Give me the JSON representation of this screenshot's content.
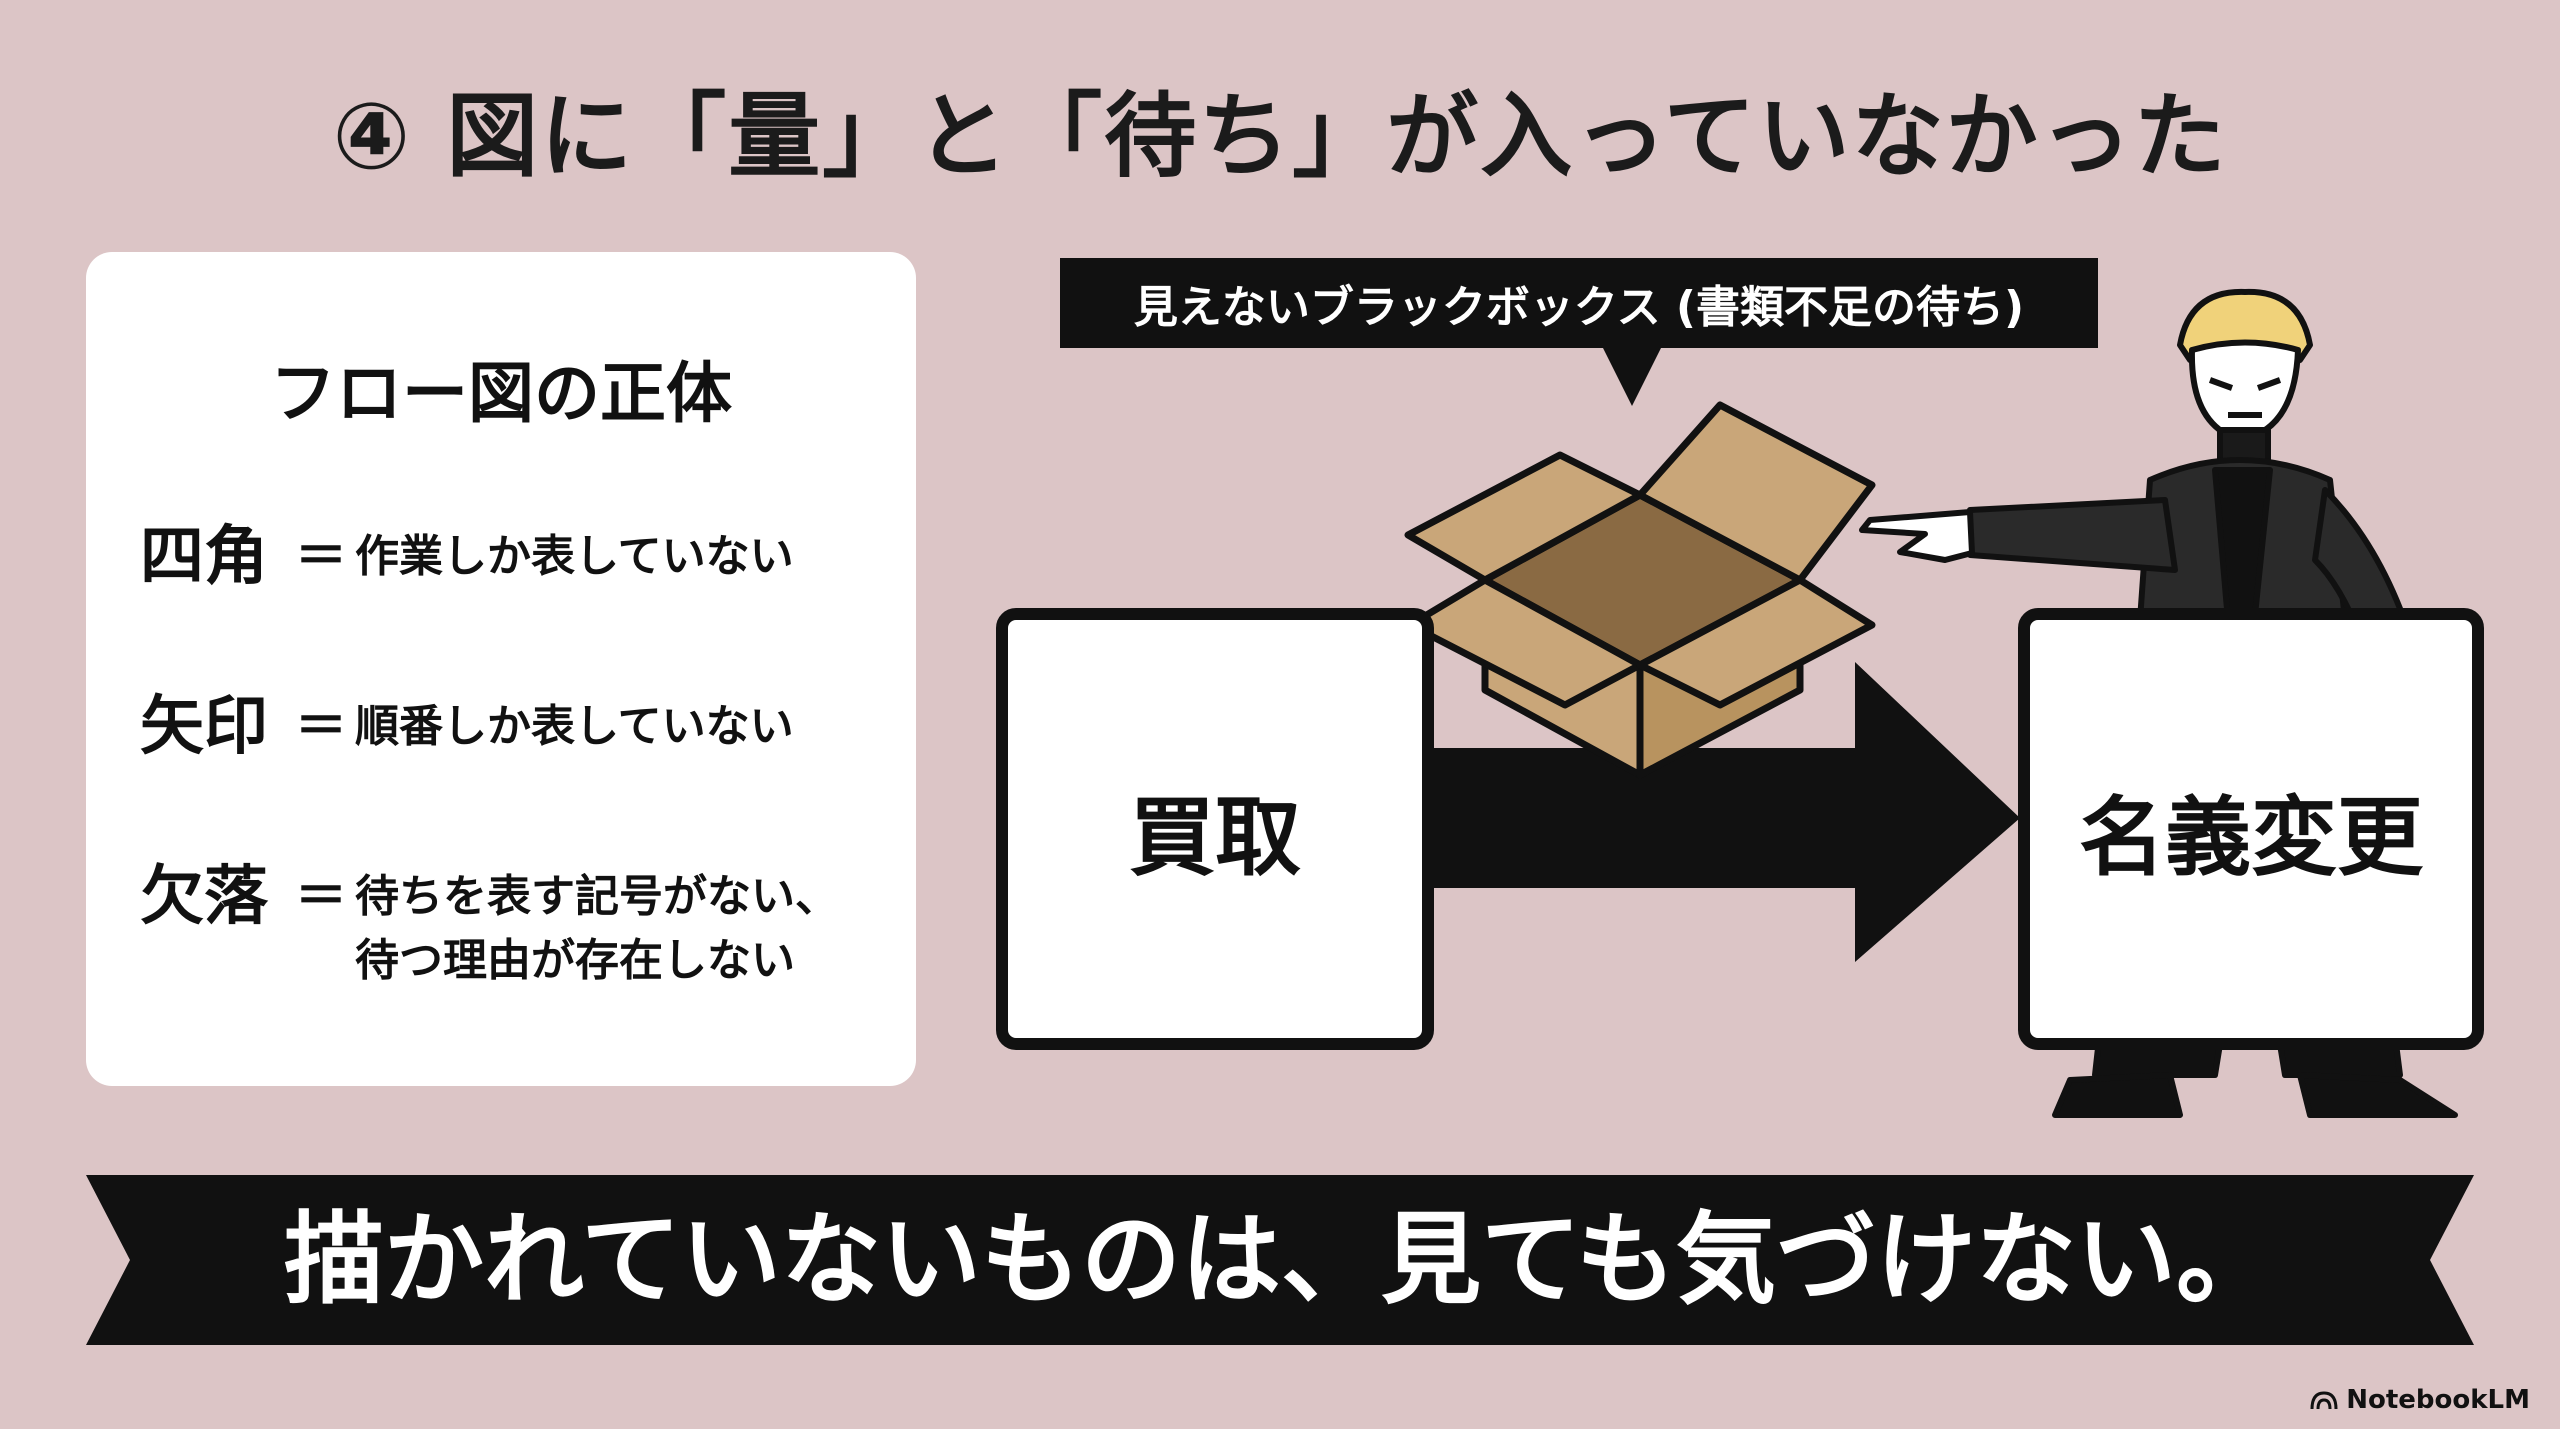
{
  "title": "④ 図に「量」と「待ち」が入っていなかった",
  "card": {
    "title": "フロー図の正体",
    "rows": [
      {
        "term": "四角",
        "eq": "＝",
        "desc": "作業しか表していない"
      },
      {
        "term": "矢印",
        "eq": "＝",
        "desc": "順番しか表していない"
      },
      {
        "term": "欠落",
        "eq": "＝",
        "desc_line1": "待ちを表す記号がない、",
        "desc_line2": "待つ理由が存在しない"
      }
    ]
  },
  "diagram": {
    "callout": "見えないブラックボックス (書類不足の待ち)",
    "step_from": "買取",
    "step_to": "名義変更"
  },
  "banner": "描かれていないものは、見ても気づけない。",
  "logo": "NotebookLM",
  "colors": {
    "background": "#dcc5c6",
    "card": "#ffffff",
    "ink": "#111111",
    "cardboard": "#c9a679"
  }
}
